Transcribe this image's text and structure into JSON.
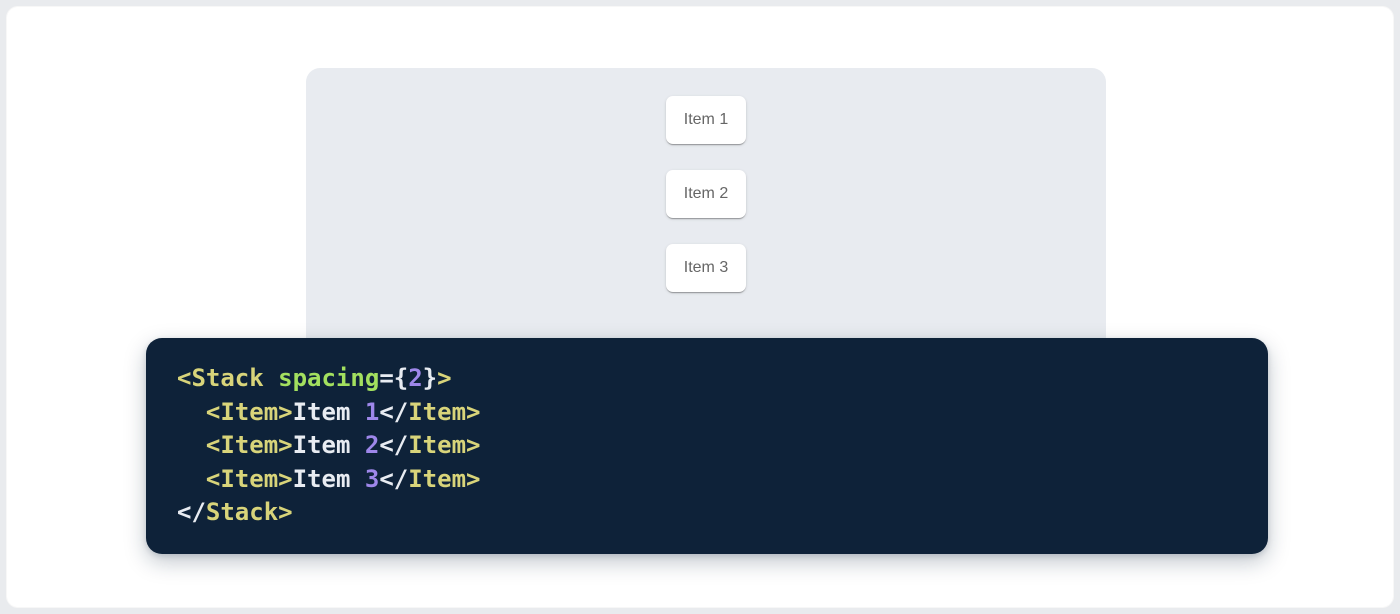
{
  "page": {
    "background": "#e9ebee",
    "card_background": "#ffffff"
  },
  "demo": {
    "panel_background": "#e8ebf0",
    "item_text_color": "#666666",
    "items": [
      "Item 1",
      "Item 2",
      "Item 3"
    ]
  },
  "code_block": {
    "background": "#0e2239",
    "lines": [
      {
        "tokens": [
          {
            "text": "<Stack ",
            "type": "tag"
          },
          {
            "text": "spacing",
            "type": "attribute"
          },
          {
            "text": "={",
            "type": "plain"
          },
          {
            "text": "2",
            "type": "number"
          },
          {
            "text": "}",
            "type": "plain"
          },
          {
            "text": ">",
            "type": "tag"
          }
        ]
      },
      {
        "tokens": [
          {
            "text": "  ",
            "type": "plain"
          },
          {
            "text": "<Item>",
            "type": "tag"
          },
          {
            "text": "Item ",
            "type": "plain"
          },
          {
            "text": "1",
            "type": "number"
          },
          {
            "text": "</",
            "type": "plain"
          },
          {
            "text": "Item>",
            "type": "tag"
          }
        ]
      },
      {
        "tokens": [
          {
            "text": "  ",
            "type": "plain"
          },
          {
            "text": "<Item>",
            "type": "tag"
          },
          {
            "text": "Item ",
            "type": "plain"
          },
          {
            "text": "2",
            "type": "number"
          },
          {
            "text": "</",
            "type": "plain"
          },
          {
            "text": "Item>",
            "type": "tag"
          }
        ]
      },
      {
        "tokens": [
          {
            "text": "  ",
            "type": "plain"
          },
          {
            "text": "<Item>",
            "type": "tag"
          },
          {
            "text": "Item ",
            "type": "plain"
          },
          {
            "text": "3",
            "type": "number"
          },
          {
            "text": "</",
            "type": "plain"
          },
          {
            "text": "Item>",
            "type": "tag"
          }
        ]
      },
      {
        "tokens": [
          {
            "text": "</",
            "type": "plain"
          },
          {
            "text": "Stack>",
            "type": "tag"
          }
        ]
      }
    ]
  },
  "syntax_colors": {
    "tag": "#d8d47a",
    "attribute": "#a3e05f",
    "number": "#9e87ea",
    "plain": "#e8ecf2"
  }
}
